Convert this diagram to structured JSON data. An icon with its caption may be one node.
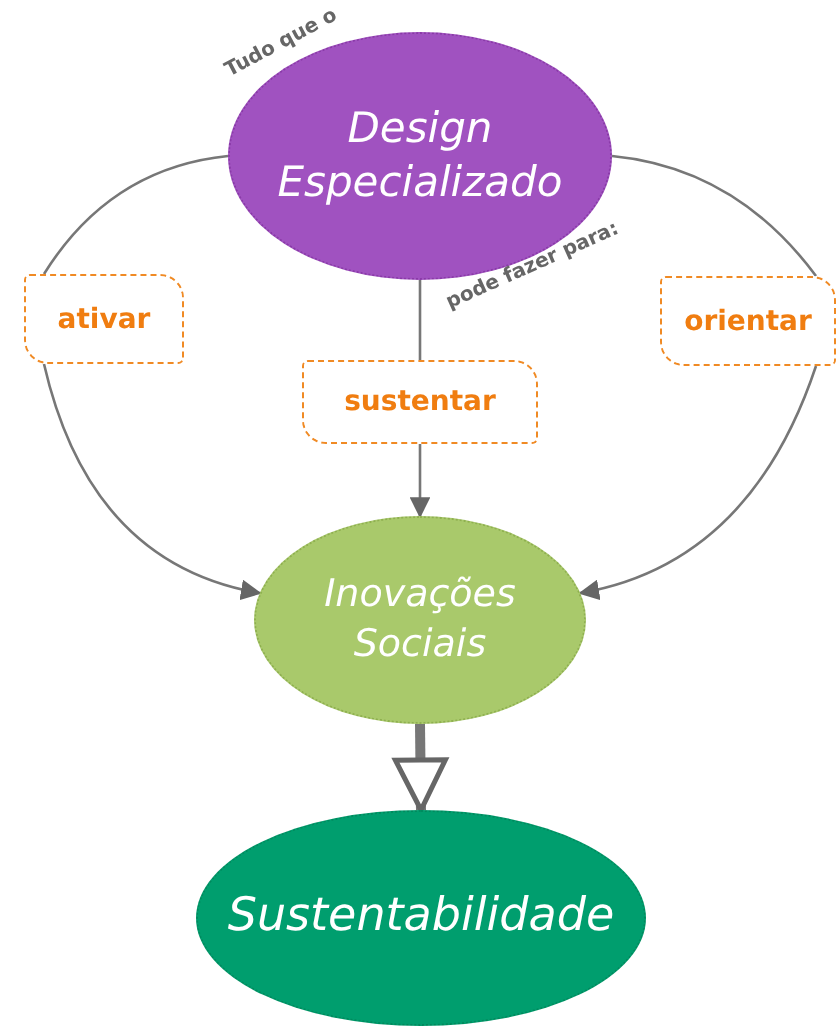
{
  "diagram": {
    "nodes": [
      {
        "text": [
          "Design Especializado"
        ]
      },
      {
        "text": [
          "ativar"
        ]
      },
      {
        "text": [
          "sustentar"
        ]
      },
      {
        "text": [
          "orientar"
        ]
      },
      {
        "text": [
          "Inovações Sociais"
        ]
      },
      {
        "text": [
          "Sustentabilidade"
        ]
      }
    ],
    "edges": [
      {
        "from": 0,
        "to": 1,
        "arrow": "none"
      },
      {
        "from": 1,
        "to": 4,
        "arrow": "to"
      },
      {
        "from": 0,
        "to": 2,
        "arrow": "none"
      },
      {
        "from": 2,
        "to": 4,
        "arrow": "to"
      },
      {
        "from": 0,
        "to": 3,
        "arrow": "none"
      },
      {
        "from": 3,
        "to": 4,
        "arrow": "to"
      },
      {
        "from": 4,
        "to": 5,
        "arrow": "to",
        "style": "thick"
      }
    ],
    "labels": [
      "Tudo que o",
      "pode fazer para:"
    ]
  }
}
